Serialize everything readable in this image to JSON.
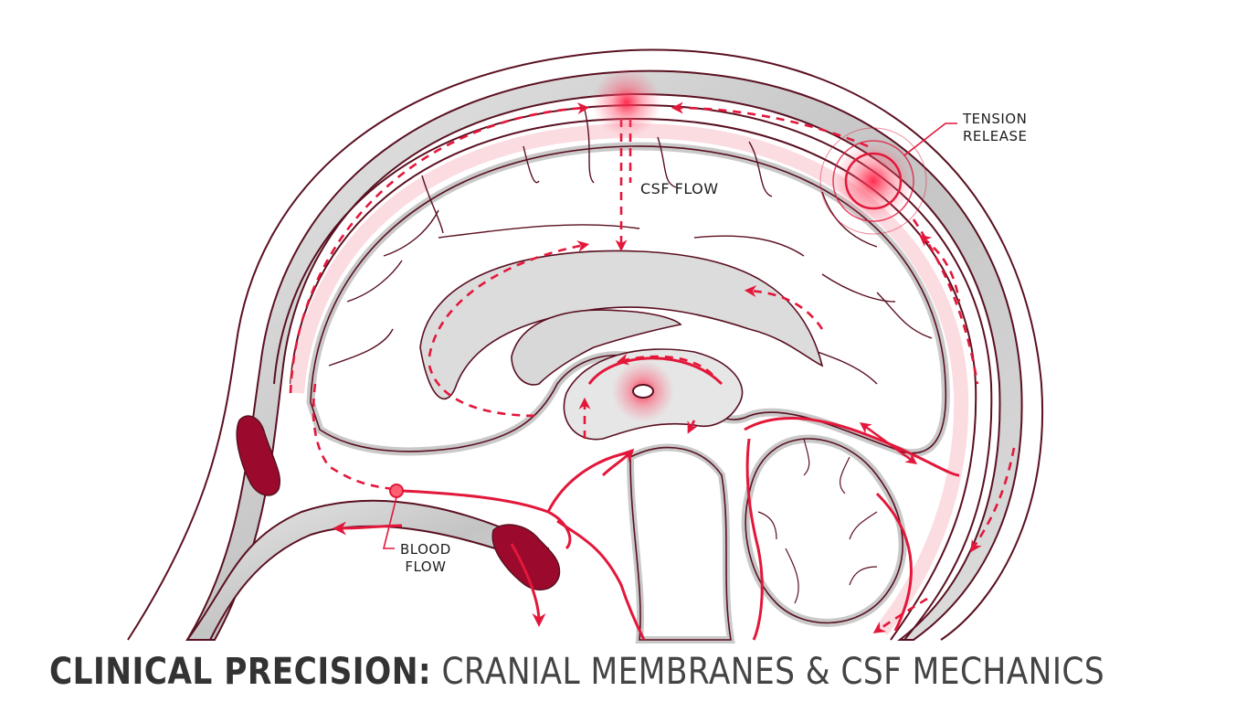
{
  "title": {
    "bold": "CLINICAL PRECISION:",
    "light": " CRANIAL MEMBRANES & CSF MECHANICS"
  },
  "labels": {
    "tension_release": [
      "TENSION",
      "RELEASE"
    ],
    "csf_flow": "CSF FLOW",
    "blood_flow": [
      "BLOOD",
      "FLOW"
    ]
  },
  "colors": {
    "accent_red": "#e3173a",
    "outline": "#5a1020",
    "sinus": "#9b0a2c",
    "membrane_gray": "#cfcfcf",
    "glow": "#ff3355"
  },
  "hotspots": [
    {
      "name": "superior-sagittal-hotspot",
      "kind": "glow"
    },
    {
      "name": "tension-release-hotspot",
      "kind": "target-rings"
    },
    {
      "name": "third-ventricle-hotspot",
      "kind": "glow"
    }
  ]
}
